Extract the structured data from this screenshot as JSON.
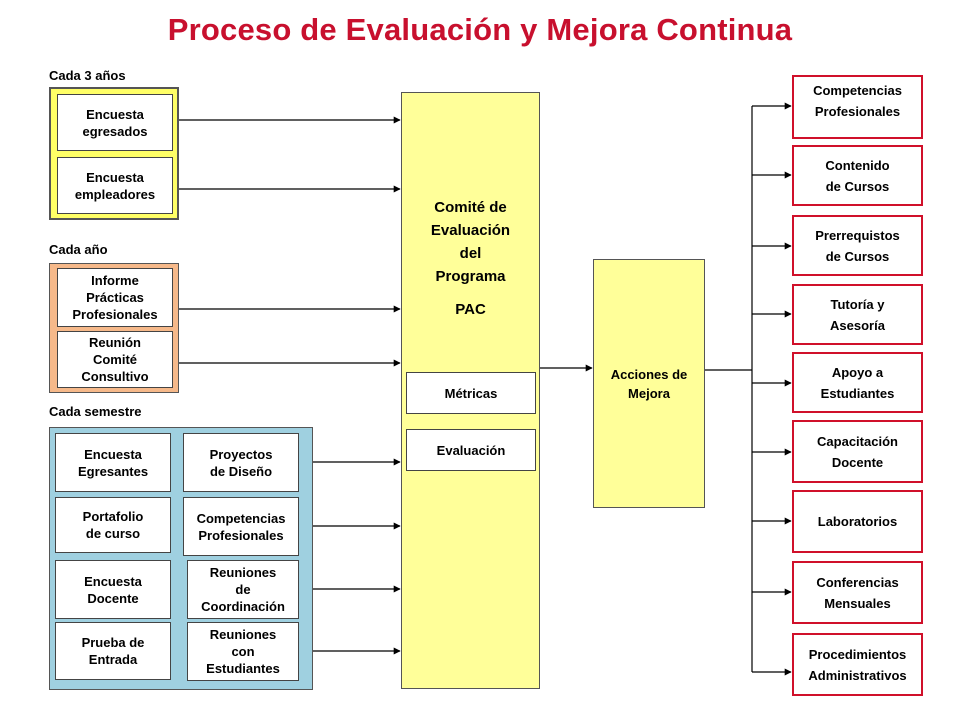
{
  "title": "Proceso de Evaluación y Mejora Continua",
  "colors": {
    "title": "#c8102e",
    "group_yearly3": "#ffff66",
    "group_yearly": "#f6b98a",
    "group_semester": "#9fd0e0",
    "committee": "#ffff99",
    "actions": "#ffff99",
    "output_border": "#d0102a"
  },
  "groups": [
    {
      "label": "Cada 3 años",
      "items": [
        "Encuesta\negresados",
        "Encuesta\nempleadores"
      ]
    },
    {
      "label": "Cada año",
      "items": [
        "Informe\nPrácticas\nProfesionales",
        "Reunión\nComité\nConsultivo"
      ]
    },
    {
      "label": "Cada semestre",
      "items": [
        "Encuesta\nEgresantes",
        "Proyectos\nde Diseño",
        "Portafolio\nde curso",
        "Competencias\nProfesionales",
        "Encuesta\nDocente",
        "Reuniones\nde\nCoordinación",
        "Prueba de\nEntrada",
        "Reuniones\ncon\nEstudiantes"
      ]
    }
  ],
  "committee": {
    "title": "Comité de\nEvaluación\ndel\nPrograma",
    "acronym": "PAC",
    "sub_boxes": [
      "Métricas",
      "Evaluación"
    ]
  },
  "actions": {
    "label": "Acciones de\nMejora"
  },
  "outputs": [
    "Competencias\nProfesionales",
    "Contenido\nde Cursos",
    "Prerrequistos\nde Cursos",
    "Tutoría y\nAsesoría",
    "Apoyo a\nEstudiantes",
    "Capacitación\nDocente",
    "Laboratorios",
    "Conferencias\nMensuales",
    "Procedimientos\nAdministrativos"
  ]
}
